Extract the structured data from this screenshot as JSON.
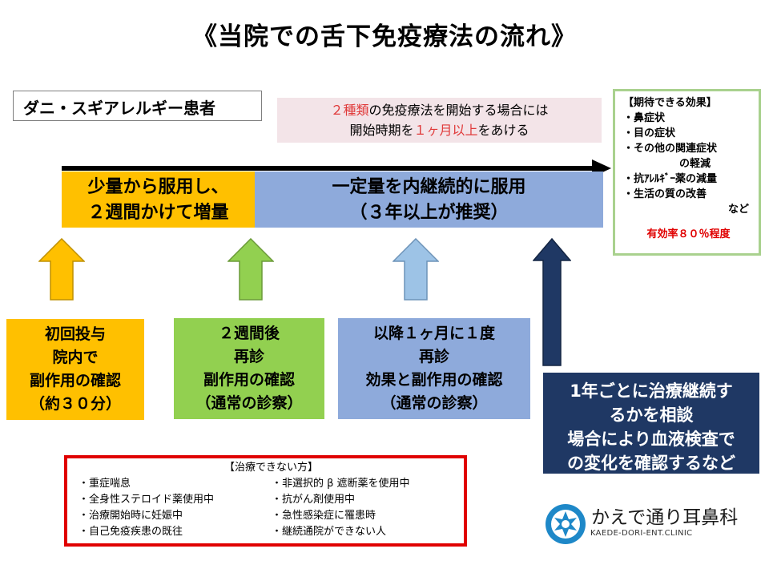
{
  "title": "《当院での舌下免疫療法の流れ》",
  "patient_label": "ダニ・スギアレルギー患者",
  "note": {
    "line1_pre": "",
    "line1_red": "２種類",
    "line1_post": "の免疫療法を開始する場合には",
    "line2_pre": "開始時期を",
    "line2_red": "１ヶ月以上",
    "line2_post": "をあける"
  },
  "timeline": {
    "phase1": [
      "少量から服用し、",
      "２週間かけて増量"
    ],
    "phase2": [
      "一定量を内継続的に服用",
      "（３年以上が推奨）"
    ]
  },
  "benefits": {
    "header": "【期待できる効果】",
    "items": [
      "・鼻症状",
      "・目の症状",
      "・その他の関連症状",
      "の軽減",
      "・抗ｱﾚﾙｷﾞｰ薬の減量",
      "・生活の質の改善",
      "など"
    ],
    "effectiveness": "有効率８０％程度"
  },
  "steps": [
    {
      "lines": [
        "初回投与",
        "院内で",
        "副作用の確認",
        "（約３０分）"
      ]
    },
    {
      "lines": [
        "２週間後",
        "再診",
        "副作用の確認",
        "（通常の診察）"
      ]
    },
    {
      "lines": [
        "以降１ヶ月に１度",
        "再診",
        "効果と副作用の確認",
        "（通常の診察）"
      ]
    },
    {
      "lines": [
        "1年ごとに治療継続す",
        "るかを相談",
        "場合により血液検査で",
        "の変化を確認するなど"
      ]
    }
  ],
  "cannot_treat": {
    "header": "【治療できない方】",
    "left": [
      "・重症喘息",
      "・全身性ステロイド薬使用中",
      "・治療開始時に妊娠中",
      "・自己免疫疾患の既往"
    ],
    "right": [
      "・非選択的 β 遮断薬を使用中",
      "・抗がん剤使用中",
      "・急性感染症に罹患時",
      "・継続通院ができない人"
    ]
  },
  "clinic": {
    "name": "かえで通り耳鼻科",
    "name_en": "KAEDE-DORI-ENT.CLINIC"
  },
  "colors": {
    "yellow": "#ffc000",
    "green": "#92d050",
    "light_blue": "#8eaadb",
    "navy": "#1f3864",
    "red": "#e00000",
    "arrow_light_blue": "#9dc3e6"
  }
}
